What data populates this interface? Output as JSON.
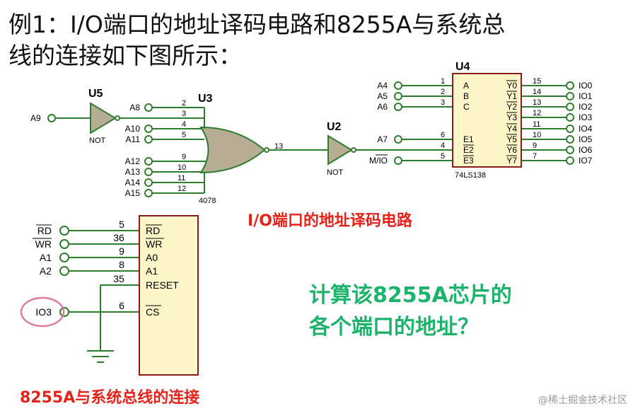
{
  "title": {
    "line1": "例1：I/O端口的地址译码电路和8255A与系统总",
    "line2": "线的连接如下图所示："
  },
  "decoder": {
    "caption": "I/O端口的地址译码电路",
    "u5": {
      "ref": "U5",
      "type": "NOT",
      "input": "A9"
    },
    "u3": {
      "ref": "U3",
      "part": "4078",
      "output_pin": "13",
      "inputs": [
        {
          "label": "A8",
          "pin": "2"
        },
        {
          "label": "",
          "pin": "3"
        },
        {
          "label": "A10",
          "pin": "4"
        },
        {
          "label": "A11",
          "pin": "5"
        },
        {
          "label": "A12",
          "pin": "9"
        },
        {
          "label": "A13",
          "pin": "10"
        },
        {
          "label": "A14",
          "pin": "11"
        },
        {
          "label": "A15",
          "pin": "12"
        }
      ]
    },
    "u2": {
      "ref": "U2",
      "type": "NOT"
    },
    "u4": {
      "ref": "U4",
      "part": "74LS138",
      "inputs": [
        {
          "label": "A4",
          "pin": "1",
          "name": "A"
        },
        {
          "label": "A5",
          "pin": "2",
          "name": "B"
        },
        {
          "label": "A6",
          "pin": "3",
          "name": "C"
        },
        {
          "label": "A7",
          "pin": "6",
          "name": "E1"
        },
        {
          "label": "",
          "pin": "4",
          "name": "E2"
        },
        {
          "label": "M/IO",
          "pin": "5",
          "name": "E3"
        }
      ],
      "outputs": [
        {
          "name": "Y0",
          "pin": "15",
          "label": "IO0"
        },
        {
          "name": "Y1",
          "pin": "14",
          "label": "IO1"
        },
        {
          "name": "Y2",
          "pin": "13",
          "label": "IO2"
        },
        {
          "name": "Y3",
          "pin": "12",
          "label": "IO3"
        },
        {
          "name": "Y4",
          "pin": "11",
          "label": "IO4"
        },
        {
          "name": "Y5",
          "pin": "10",
          "label": "IO5"
        },
        {
          "name": "Y6",
          "pin": "9",
          "label": "IO6"
        },
        {
          "name": "Y7",
          "pin": "7",
          "label": "IO7"
        }
      ]
    }
  },
  "chip8255": {
    "caption": "8255A与系统总线的连接",
    "pins": [
      {
        "signal": "RD",
        "pin": "5",
        "name": "RD"
      },
      {
        "signal": "WR",
        "pin": "36",
        "name": "WR"
      },
      {
        "signal": "A1",
        "pin": "9",
        "name": "A0"
      },
      {
        "signal": "A2",
        "pin": "8",
        "name": "A1"
      },
      {
        "signal": "",
        "pin": "35",
        "name": "RESET"
      },
      {
        "signal": "IO3",
        "pin": "6",
        "name": "CS"
      }
    ]
  },
  "question": {
    "line1": "计算该8255A芯片的",
    "line2": "各个端口的地址？"
  },
  "watermark": "@稀土掘金技术社区",
  "colors": {
    "wire": "#2e7d2e",
    "gate_fill": "#b7ad95",
    "chip_fill": "#fdf6c8",
    "chip_border": "#8b1a1a",
    "highlight": "#e07aa0"
  }
}
